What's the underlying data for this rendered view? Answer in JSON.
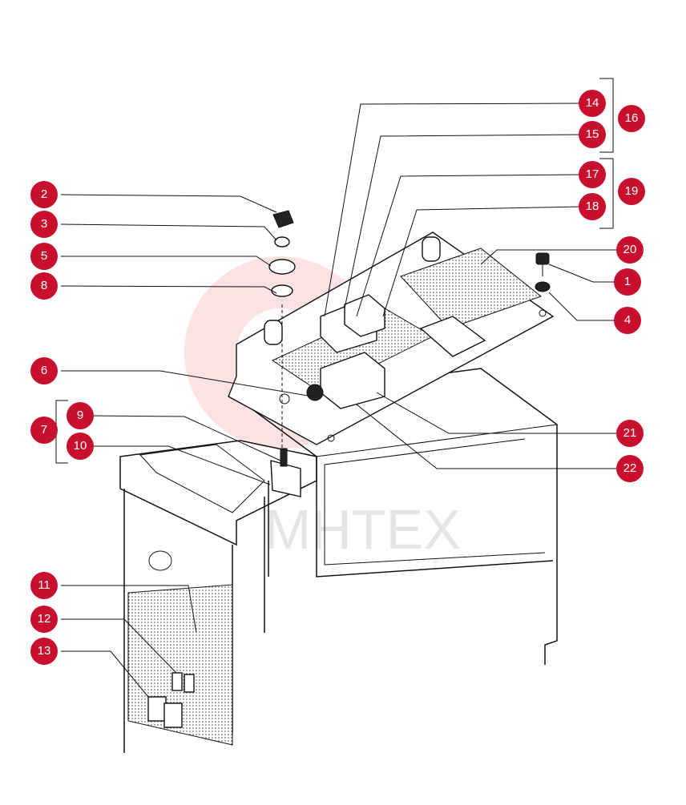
{
  "diagram": {
    "watermark_text": "MHTEX",
    "accent_color": "#c8102e",
    "callouts": [
      "1",
      "2",
      "3",
      "4",
      "5",
      "6",
      "7",
      "8",
      "9",
      "10",
      "11",
      "12",
      "13",
      "14",
      "15",
      "16",
      "17",
      "18",
      "19",
      "20",
      "21",
      "22"
    ]
  }
}
